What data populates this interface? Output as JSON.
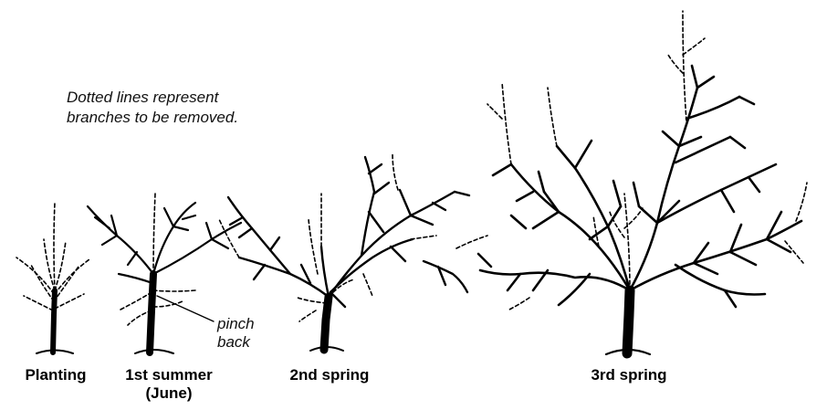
{
  "note": {
    "line1": "Dotted lines represent",
    "line2": "branches to be removed."
  },
  "pinch_label": {
    "line1": "pinch",
    "line2": "back"
  },
  "stages": {
    "planting": {
      "label": "Planting"
    },
    "summer": {
      "label_line1": "1st summer",
      "label_line2": "(June)"
    },
    "spring2": {
      "label": "2nd spring"
    },
    "spring3": {
      "label": "3rd spring"
    }
  },
  "colors": {
    "ink": "#000000",
    "background": "#ffffff"
  }
}
